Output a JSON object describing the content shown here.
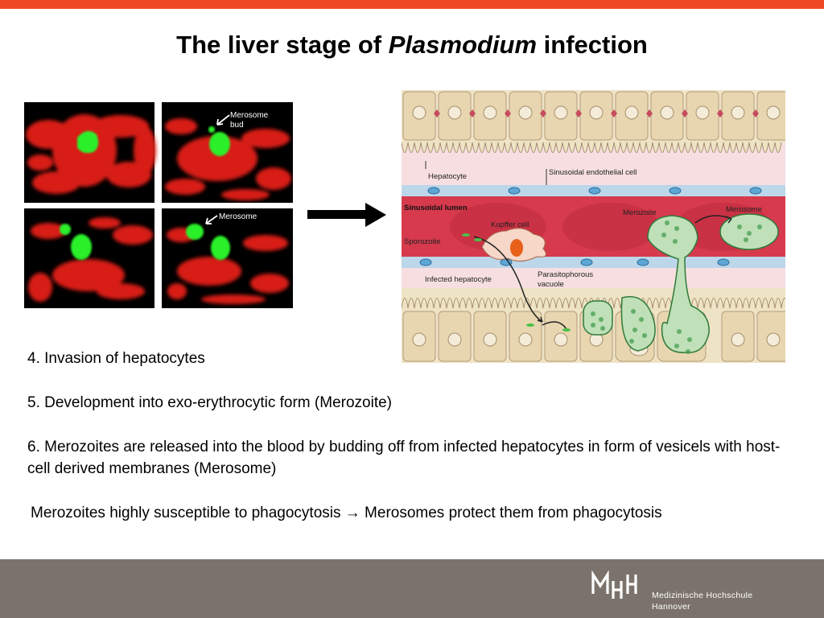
{
  "header": {
    "accent_color": "#f04a24",
    "title_prefix": "The liver stage of ",
    "title_italic": "Plasmodium",
    "title_suffix": " infection"
  },
  "microscopy": {
    "panels": 4,
    "label_bud": [
      "Merosome",
      "bud"
    ],
    "label_merosome": "Merosome",
    "colors": {
      "background": "#000000",
      "tissue": "#e0201a",
      "parasite": "#22ee22"
    }
  },
  "diagram": {
    "labels": {
      "hepatocyte": "Hepatocyte",
      "endothelial": "Sinusoidal endothelial cell",
      "lumen": "Sinusoidal lumen",
      "kupffer": "Kupffer cell",
      "merozoite": "Merozoite",
      "merosome": "Merosome",
      "sporozoite": "Sporozoite",
      "infected": "Infected hepatocyte",
      "vacuole_1": "Parasitophorous",
      "vacuole_2": "vacuole"
    },
    "colors": {
      "hepatocyte": "#f1e4c8",
      "lumen": "#d63a4c",
      "endothelium": "#bcd6ea",
      "parasite": "#3e9a4a"
    }
  },
  "points": {
    "p4": "4. Invasion of hepatocytes",
    "p5": "5. Development into exo-erythrocytic form (Merozoite)",
    "p6": "6. Merozoites are released into the blood by budding off from infected hepatocytes in form of vesicels with host-cell derived membranes (Merosome)"
  },
  "note": {
    "part1": "Merozoites highly susceptible to phagocytosis ",
    "arrow": "→",
    "part2": " Merosomes protect them from phagocytosis"
  },
  "footer": {
    "color": "#7b736b",
    "logo_alt": "MHH",
    "institution_line1": "Medizinische Hochschule",
    "institution_line2": "Hannover"
  }
}
